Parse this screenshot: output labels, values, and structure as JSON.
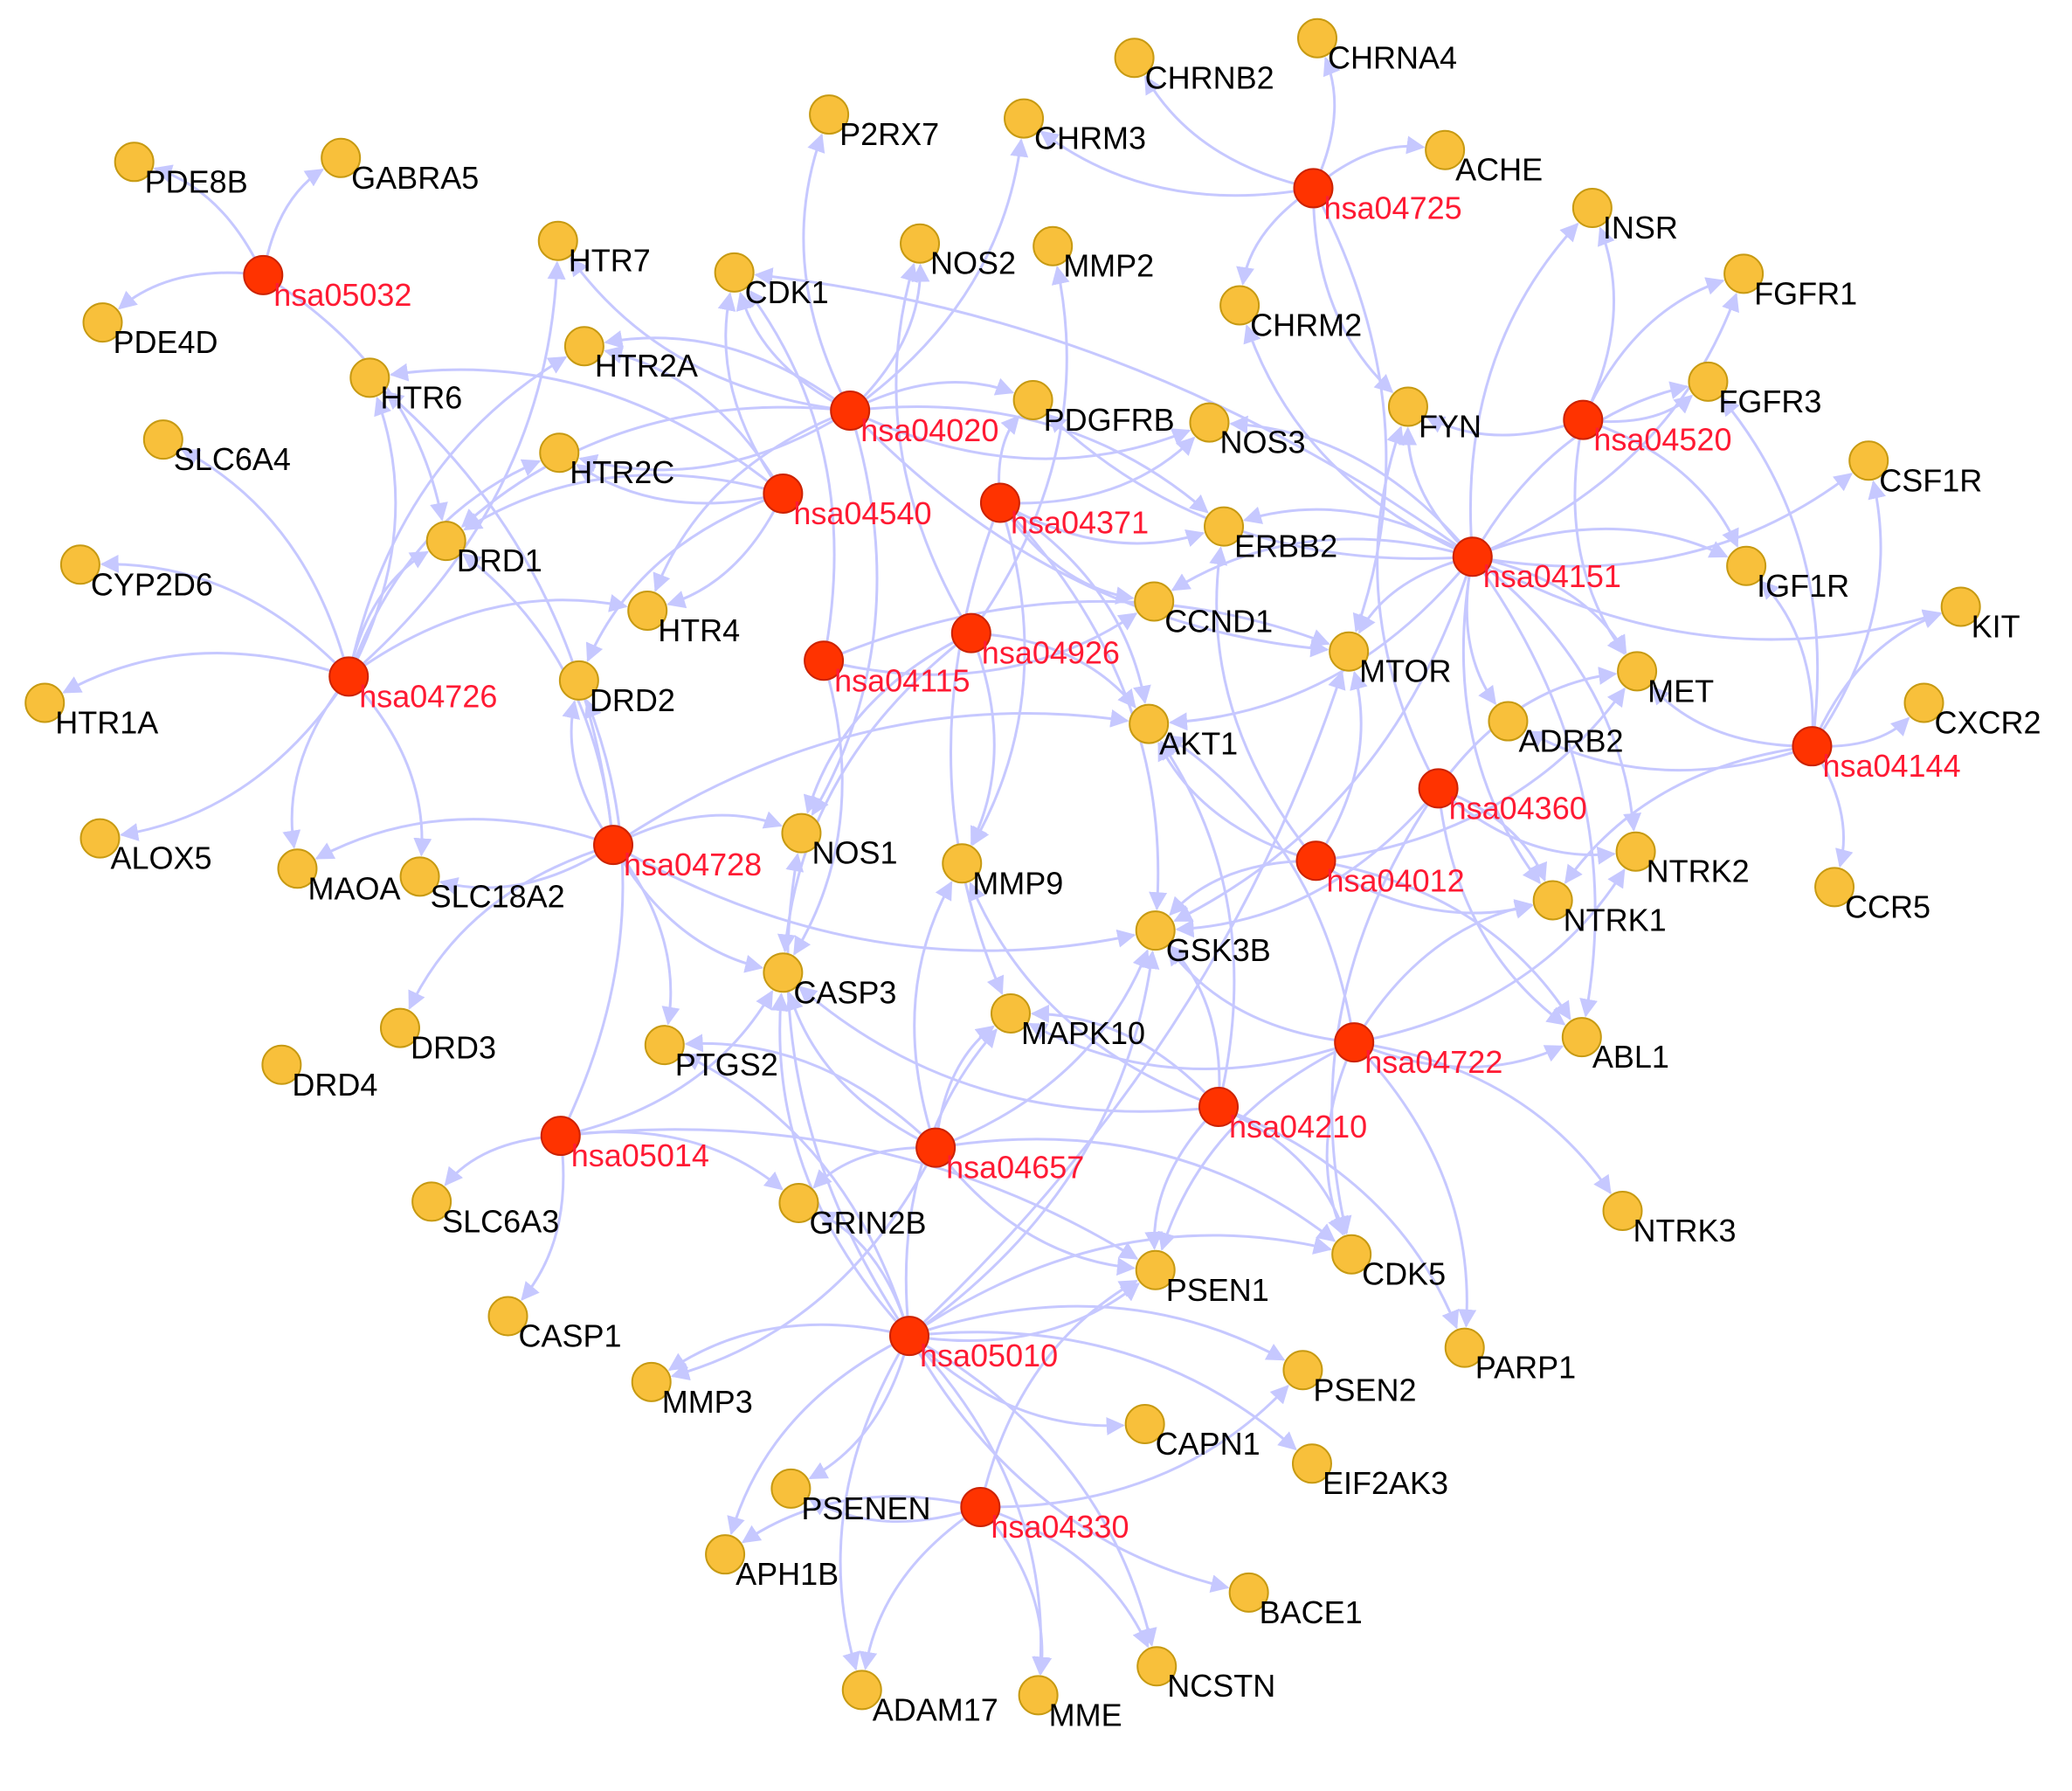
{
  "colors": {
    "gene_node": "#f8c03b",
    "gene_stroke": "#c79a12",
    "pathway_node": "#ff3300",
    "pathway_stroke": "#cc2200",
    "edge": "#c6c8ff",
    "gene_text": "#000000",
    "pathway_text": "#ff1a33"
  },
  "pathways": [
    {
      "id": "hsa05032",
      "label": "hsa05032"
    },
    {
      "id": "hsa04726",
      "label": "hsa04726"
    },
    {
      "id": "hsa04540",
      "label": "hsa04540"
    },
    {
      "id": "hsa04020",
      "label": "hsa04020"
    },
    {
      "id": "hsa04725",
      "label": "hsa04725"
    },
    {
      "id": "hsa04371",
      "label": "hsa04371"
    },
    {
      "id": "hsa04115",
      "label": "hsa04115"
    },
    {
      "id": "hsa04926",
      "label": "hsa04926"
    },
    {
      "id": "hsa04728",
      "label": "hsa04728"
    },
    {
      "id": "hsa04151",
      "label": "hsa04151"
    },
    {
      "id": "hsa04520",
      "label": "hsa04520"
    },
    {
      "id": "hsa04144",
      "label": "hsa04144"
    },
    {
      "id": "hsa04360",
      "label": "hsa04360"
    },
    {
      "id": "hsa04012",
      "label": "hsa04012"
    },
    {
      "id": "hsa04722",
      "label": "hsa04722"
    },
    {
      "id": "hsa04210",
      "label": "hsa04210"
    },
    {
      "id": "hsa04657",
      "label": "hsa04657"
    },
    {
      "id": "hsa05014",
      "label": "hsa05014"
    },
    {
      "id": "hsa05010",
      "label": "hsa05010"
    },
    {
      "id": "hsa04330",
      "label": "hsa04330"
    }
  ],
  "genes": [
    {
      "id": "PDE8B",
      "label": "PDE8B"
    },
    {
      "id": "GABRA5",
      "label": "GABRA5"
    },
    {
      "id": "PDE4D",
      "label": "PDE4D"
    },
    {
      "id": "HTR7",
      "label": "HTR7"
    },
    {
      "id": "HTR2A",
      "label": "HTR2A"
    },
    {
      "id": "HTR6",
      "label": "HTR6"
    },
    {
      "id": "HTR2C",
      "label": "HTR2C"
    },
    {
      "id": "SLC6A4",
      "label": "SLC6A4"
    },
    {
      "id": "DRD1",
      "label": "DRD1"
    },
    {
      "id": "CYP2D6",
      "label": "CYP2D6"
    },
    {
      "id": "HTR4",
      "label": "HTR4"
    },
    {
      "id": "HTR1A",
      "label": "HTR1A"
    },
    {
      "id": "DRD2",
      "label": "DRD2"
    },
    {
      "id": "ALOX5",
      "label": "ALOX5"
    },
    {
      "id": "MAOA",
      "label": "MAOA"
    },
    {
      "id": "SLC18A2",
      "label": "SLC18A2"
    },
    {
      "id": "DRD3",
      "label": "DRD3"
    },
    {
      "id": "DRD4",
      "label": "DRD4"
    },
    {
      "id": "SLC6A3",
      "label": "SLC6A3"
    },
    {
      "id": "CASP1",
      "label": "CASP1"
    },
    {
      "id": "MMP3",
      "label": "MMP3"
    },
    {
      "id": "P2RX7",
      "label": "P2RX7"
    },
    {
      "id": "CHRM3",
      "label": "CHRM3"
    },
    {
      "id": "CDK1",
      "label": "CDK1"
    },
    {
      "id": "NOS2",
      "label": "NOS2"
    },
    {
      "id": "MMP2",
      "label": "MMP2"
    },
    {
      "id": "CHRNB2",
      "label": "CHRNB2"
    },
    {
      "id": "CHRNA4",
      "label": "CHRNA4"
    },
    {
      "id": "ACHE",
      "label": "ACHE"
    },
    {
      "id": "CHRM2",
      "label": "CHRM2"
    },
    {
      "id": "PDGFRB",
      "label": "PDGFRB"
    },
    {
      "id": "NOS3",
      "label": "NOS3"
    },
    {
      "id": "ERBB2",
      "label": "ERBB2"
    },
    {
      "id": "CCND1",
      "label": "CCND1"
    },
    {
      "id": "AKT1",
      "label": "AKT1"
    },
    {
      "id": "MTOR",
      "label": "MTOR"
    },
    {
      "id": "FYN",
      "label": "FYN"
    },
    {
      "id": "INSR",
      "label": "INSR"
    },
    {
      "id": "FGFR1",
      "label": "FGFR1"
    },
    {
      "id": "FGFR3",
      "label": "FGFR3"
    },
    {
      "id": "CSF1R",
      "label": "CSF1R"
    },
    {
      "id": "IGF1R",
      "label": "IGF1R"
    },
    {
      "id": "KIT",
      "label": "KIT"
    },
    {
      "id": "MET",
      "label": "MET"
    },
    {
      "id": "ADRB2",
      "label": "ADRB2"
    },
    {
      "id": "CXCR2",
      "label": "CXCR2"
    },
    {
      "id": "CCR5",
      "label": "CCR5"
    },
    {
      "id": "NTRK2",
      "label": "NTRK2"
    },
    {
      "id": "NTRK1",
      "label": "NTRK1"
    },
    {
      "id": "ABL1",
      "label": "ABL1"
    },
    {
      "id": "NTRK3",
      "label": "NTRK3"
    },
    {
      "id": "NOS1",
      "label": "NOS1"
    },
    {
      "id": "MMP9",
      "label": "MMP9"
    },
    {
      "id": "CASP3",
      "label": "CASP3"
    },
    {
      "id": "GSK3B",
      "label": "GSK3B"
    },
    {
      "id": "MAPK10",
      "label": "MAPK10"
    },
    {
      "id": "PTGS2",
      "label": "PTGS2"
    },
    {
      "id": "GRIN2B",
      "label": "GRIN2B"
    },
    {
      "id": "CDK5",
      "label": "CDK5"
    },
    {
      "id": "PSEN1",
      "label": "PSEN1"
    },
    {
      "id": "PSEN2",
      "label": "PSEN2"
    },
    {
      "id": "PARP1",
      "label": "PARP1"
    },
    {
      "id": "CAPN1",
      "label": "CAPN1"
    },
    {
      "id": "EIF2AK3",
      "label": "EIF2AK3"
    },
    {
      "id": "BACE1",
      "label": "BACE1"
    },
    {
      "id": "PSENEN",
      "label": "PSENEN"
    },
    {
      "id": "APH1B",
      "label": "APH1B"
    },
    {
      "id": "ADAM17",
      "label": "ADAM17"
    },
    {
      "id": "MME",
      "label": "MME"
    },
    {
      "id": "NCSTN",
      "label": "NCSTN"
    }
  ],
  "edges": [
    [
      "hsa05032",
      "PDE8B"
    ],
    [
      "hsa05032",
      "GABRA5"
    ],
    [
      "hsa05032",
      "PDE4D"
    ],
    [
      "hsa05032",
      "DRD1"
    ],
    [
      "hsa04726",
      "HTR7"
    ],
    [
      "hsa04726",
      "HTR2A"
    ],
    [
      "hsa04726",
      "HTR6"
    ],
    [
      "hsa04726",
      "HTR2C"
    ],
    [
      "hsa04726",
      "SLC6A4"
    ],
    [
      "hsa04726",
      "DRD1"
    ],
    [
      "hsa04726",
      "CYP2D6"
    ],
    [
      "hsa04726",
      "HTR4"
    ],
    [
      "hsa04726",
      "HTR1A"
    ],
    [
      "hsa04726",
      "ALOX5"
    ],
    [
      "hsa04726",
      "MAOA"
    ],
    [
      "hsa04726",
      "SLC18A2"
    ],
    [
      "hsa04540",
      "HTR2A"
    ],
    [
      "hsa04540",
      "HTR2C"
    ],
    [
      "hsa04540",
      "DRD1"
    ],
    [
      "hsa04540",
      "HTR4"
    ],
    [
      "hsa04540",
      "DRD2"
    ],
    [
      "hsa04540",
      "CDK1"
    ],
    [
      "hsa04540",
      "HTR6"
    ],
    [
      "hsa04020",
      "P2RX7"
    ],
    [
      "hsa04020",
      "CHRM3"
    ],
    [
      "hsa04020",
      "CDK1"
    ],
    [
      "hsa04020",
      "NOS2"
    ],
    [
      "hsa04020",
      "PDGFRB"
    ],
    [
      "hsa04020",
      "NOS3"
    ],
    [
      "hsa04020",
      "HTR7"
    ],
    [
      "hsa04020",
      "HTR2A"
    ],
    [
      "hsa04020",
      "HTR2C"
    ],
    [
      "hsa04020",
      "HTR4"
    ],
    [
      "hsa04020",
      "ERBB2"
    ],
    [
      "hsa04020",
      "MTOR"
    ],
    [
      "hsa04020",
      "NOS1"
    ],
    [
      "hsa04020",
      "DRD1"
    ],
    [
      "hsa04725",
      "CHRNB2"
    ],
    [
      "hsa04725",
      "CHRNA4"
    ],
    [
      "hsa04725",
      "ACHE"
    ],
    [
      "hsa04725",
      "CHRM2"
    ],
    [
      "hsa04725",
      "CHRM3"
    ],
    [
      "hsa04725",
      "FYN"
    ],
    [
      "hsa04725",
      "MTOR"
    ],
    [
      "hsa04371",
      "NOS3"
    ],
    [
      "hsa04371",
      "PDGFRB"
    ],
    [
      "hsa04371",
      "CCND1"
    ],
    [
      "hsa04371",
      "AKT1"
    ],
    [
      "hsa04371",
      "ERBB2"
    ],
    [
      "hsa04371",
      "GSK3B"
    ],
    [
      "hsa04371",
      "MAPK10"
    ],
    [
      "hsa04371",
      "MMP9"
    ],
    [
      "hsa04115",
      "CDK1"
    ],
    [
      "hsa04115",
      "CASP3"
    ],
    [
      "hsa04115",
      "CCND1"
    ],
    [
      "hsa04115",
      "MTOR"
    ],
    [
      "hsa04926",
      "MMP2"
    ],
    [
      "hsa04926",
      "AKT1"
    ],
    [
      "hsa04926",
      "NOS1"
    ],
    [
      "hsa04926",
      "MMP9"
    ],
    [
      "hsa04926",
      "CASP3"
    ],
    [
      "hsa04926",
      "NOS2"
    ],
    [
      "hsa04728",
      "DRD1"
    ],
    [
      "hsa04728",
      "DRD2"
    ],
    [
      "hsa04728",
      "DRD3"
    ],
    [
      "hsa04728",
      "SLC18A2"
    ],
    [
      "hsa04728",
      "MAOA"
    ],
    [
      "hsa04728",
      "NOS1"
    ],
    [
      "hsa04728",
      "CASP3"
    ],
    [
      "hsa04728",
      "PTGS2"
    ],
    [
      "hsa04728",
      "GSK3B"
    ],
    [
      "hsa04728",
      "AKT1"
    ],
    [
      "hsa04728",
      "HTR6"
    ],
    [
      "hsa04151",
      "INSR"
    ],
    [
      "hsa04151",
      "FGFR1"
    ],
    [
      "hsa04151",
      "FGFR3"
    ],
    [
      "hsa04151",
      "CSF1R"
    ],
    [
      "hsa04151",
      "IGF1R"
    ],
    [
      "hsa04151",
      "KIT"
    ],
    [
      "hsa04151",
      "MET"
    ],
    [
      "hsa04151",
      "CCND1"
    ],
    [
      "hsa04151",
      "AKT1"
    ],
    [
      "hsa04151",
      "MTOR"
    ],
    [
      "hsa04151",
      "GSK3B"
    ],
    [
      "hsa04151",
      "ERBB2"
    ],
    [
      "hsa04151",
      "FYN"
    ],
    [
      "hsa04151",
      "NOS3"
    ],
    [
      "hsa04151",
      "PDGFRB"
    ],
    [
      "hsa04151",
      "CDK1"
    ],
    [
      "hsa04151",
      "ABL1"
    ],
    [
      "hsa04151",
      "NTRK1"
    ],
    [
      "hsa04151",
      "NTRK2"
    ],
    [
      "hsa04151",
      "ADRB2"
    ],
    [
      "hsa04151",
      "CHRM2"
    ],
    [
      "hsa04520",
      "INSR"
    ],
    [
      "hsa04520",
      "FGFR1"
    ],
    [
      "hsa04520",
      "FGFR3"
    ],
    [
      "hsa04520",
      "IGF1R"
    ],
    [
      "hsa04520",
      "MET"
    ],
    [
      "hsa04520",
      "FYN"
    ],
    [
      "hsa04144",
      "CSF1R"
    ],
    [
      "hsa04144",
      "KIT"
    ],
    [
      "hsa04144",
      "CXCR2"
    ],
    [
      "hsa04144",
      "CCR5"
    ],
    [
      "hsa04144",
      "IGF1R"
    ],
    [
      "hsa04144",
      "MET"
    ],
    [
      "hsa04144",
      "FGFR3"
    ],
    [
      "hsa04144",
      "ADRB2"
    ],
    [
      "hsa04144",
      "NTRK1"
    ],
    [
      "hsa04360",
      "FYN"
    ],
    [
      "hsa04360",
      "NTRK2"
    ],
    [
      "hsa04360",
      "NTRK1"
    ],
    [
      "hsa04360",
      "ABL1"
    ],
    [
      "hsa04360",
      "GSK3B"
    ],
    [
      "hsa04360",
      "CDK5"
    ],
    [
      "hsa04360",
      "MET"
    ],
    [
      "hsa04012",
      "MTOR"
    ],
    [
      "hsa04012",
      "AKT1"
    ],
    [
      "hsa04012",
      "GSK3B"
    ],
    [
      "hsa04012",
      "ABL1"
    ],
    [
      "hsa04012",
      "NTRK1"
    ],
    [
      "hsa04012",
      "ERBB2"
    ],
    [
      "hsa04012",
      "MET"
    ],
    [
      "hsa04722",
      "NTRK1"
    ],
    [
      "hsa04722",
      "NTRK2"
    ],
    [
      "hsa04722",
      "NTRK3"
    ],
    [
      "hsa04722",
      "ABL1"
    ],
    [
      "hsa04722",
      "GSK3B"
    ],
    [
      "hsa04722",
      "AKT1"
    ],
    [
      "hsa04722",
      "MAPK10"
    ],
    [
      "hsa04722",
      "CDK5"
    ],
    [
      "hsa04722",
      "PARP1"
    ],
    [
      "hsa04722",
      "PSEN1"
    ],
    [
      "hsa04210",
      "CASP3"
    ],
    [
      "hsa04210",
      "MAPK10"
    ],
    [
      "hsa04210",
      "PARP1"
    ],
    [
      "hsa04210",
      "AKT1"
    ],
    [
      "hsa04210",
      "CDK5"
    ],
    [
      "hsa04210",
      "GSK3B"
    ],
    [
      "hsa04210",
      "MMP9"
    ],
    [
      "hsa04210",
      "PSEN1"
    ],
    [
      "hsa04657",
      "CASP3"
    ],
    [
      "hsa04657",
      "PTGS2"
    ],
    [
      "hsa04657",
      "MAPK10"
    ],
    [
      "hsa04657",
      "GSK3B"
    ],
    [
      "hsa04657",
      "MMP9"
    ],
    [
      "hsa04657",
      "GRIN2B"
    ],
    [
      "hsa04657",
      "CDK5"
    ],
    [
      "hsa04657",
      "PSEN1"
    ],
    [
      "hsa04657",
      "MMP3"
    ],
    [
      "hsa05014",
      "SLC6A3"
    ],
    [
      "hsa05014",
      "CASP1"
    ],
    [
      "hsa05014",
      "CASP3"
    ],
    [
      "hsa05014",
      "GRIN2B"
    ],
    [
      "hsa05014",
      "DRD2"
    ],
    [
      "hsa05014",
      "PSEN1"
    ],
    [
      "hsa05010",
      "PSEN1"
    ],
    [
      "hsa05010",
      "PSEN2"
    ],
    [
      "hsa05010",
      "CAPN1"
    ],
    [
      "hsa05010",
      "EIF2AK3"
    ],
    [
      "hsa05010",
      "BACE1"
    ],
    [
      "hsa05010",
      "PSENEN"
    ],
    [
      "hsa05010",
      "APH1B"
    ],
    [
      "hsa05010",
      "NCSTN"
    ],
    [
      "hsa05010",
      "MMP3"
    ],
    [
      "hsa05010",
      "CASP3"
    ],
    [
      "hsa05010",
      "GRIN2B"
    ],
    [
      "hsa05010",
      "CDK5"
    ],
    [
      "hsa05010",
      "GSK3B"
    ],
    [
      "hsa05010",
      "MAPK10"
    ],
    [
      "hsa05010",
      "PTGS2"
    ],
    [
      "hsa05010",
      "MME"
    ],
    [
      "hsa05010",
      "ADAM17"
    ],
    [
      "hsa05010",
      "NOS1"
    ],
    [
      "hsa05010",
      "MTOR"
    ],
    [
      "hsa04330",
      "PSEN1"
    ],
    [
      "hsa04330",
      "PSEN2"
    ],
    [
      "hsa04330",
      "PSENEN"
    ],
    [
      "hsa04330",
      "APH1B"
    ],
    [
      "hsa04330",
      "NCSTN"
    ],
    [
      "hsa04330",
      "ADAM17"
    ],
    [
      "hsa04330",
      "MME"
    ]
  ]
}
